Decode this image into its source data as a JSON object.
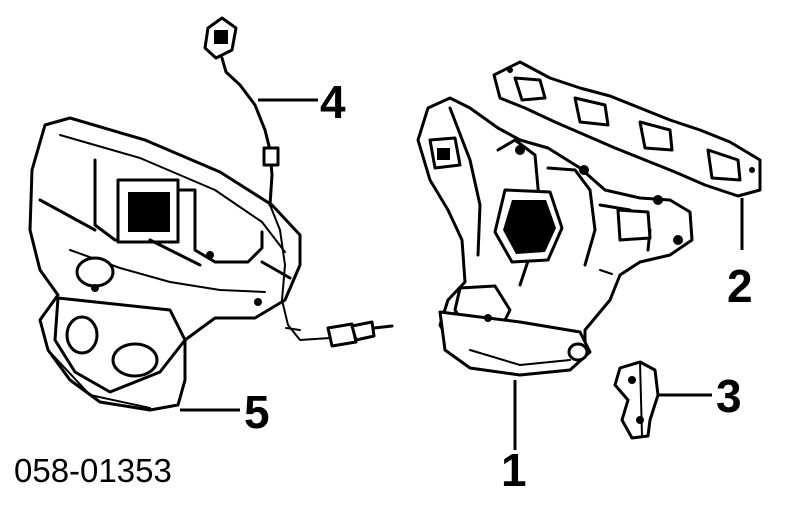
{
  "diagram": {
    "part_number": "058-01353",
    "callouts": [
      {
        "id": "1",
        "label": "1"
      },
      {
        "id": "2",
        "label": "2"
      },
      {
        "id": "3",
        "label": "3"
      },
      {
        "id": "4",
        "label": "4"
      },
      {
        "id": "5",
        "label": "5"
      }
    ]
  }
}
